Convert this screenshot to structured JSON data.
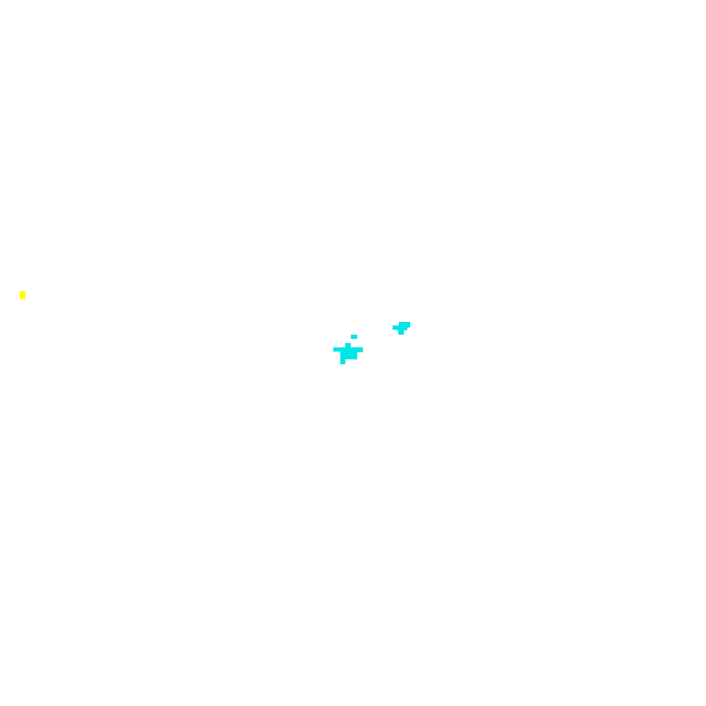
{
  "colors": {
    "background": "#ffffff",
    "player": "#ffff00",
    "blob": "#00e5e5"
  },
  "entities": {
    "player": {
      "color_key": "player"
    },
    "blob_large": {
      "color_key": "blob"
    },
    "blob_small": {
      "color_key": "blob"
    }
  }
}
